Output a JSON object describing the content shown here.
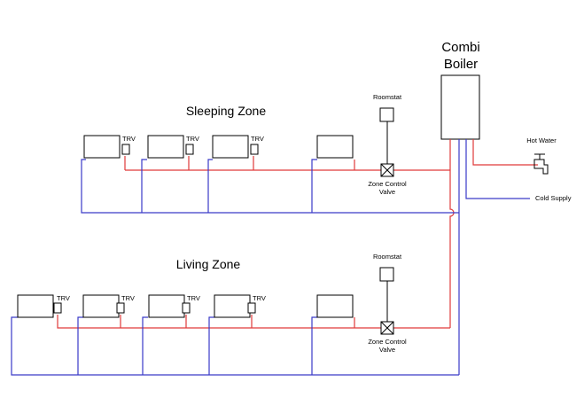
{
  "boiler": {
    "line1": "Combi",
    "line2": "Boiler"
  },
  "hot_water_label": "Hot Water",
  "cold_supply_label": "Cold Supply",
  "colors": {
    "flow": "#e03a3a",
    "return": "#3a3ac8",
    "line": "#000000"
  },
  "sleeping_zone": {
    "title": "Sleeping Zone",
    "roomstat_label": "Roomstat",
    "valve_label_1": "Zone Control",
    "valve_label_2": "Valve",
    "trv_labels": [
      "TRV",
      "TRV",
      "TRV"
    ]
  },
  "living_zone": {
    "title": "Living Zone",
    "roomstat_label": "Roomstat",
    "valve_label_1": "Zone Control",
    "valve_label_2": "Valve",
    "trv_labels": [
      "TRV",
      "TRV",
      "TRV",
      "TRV"
    ]
  }
}
